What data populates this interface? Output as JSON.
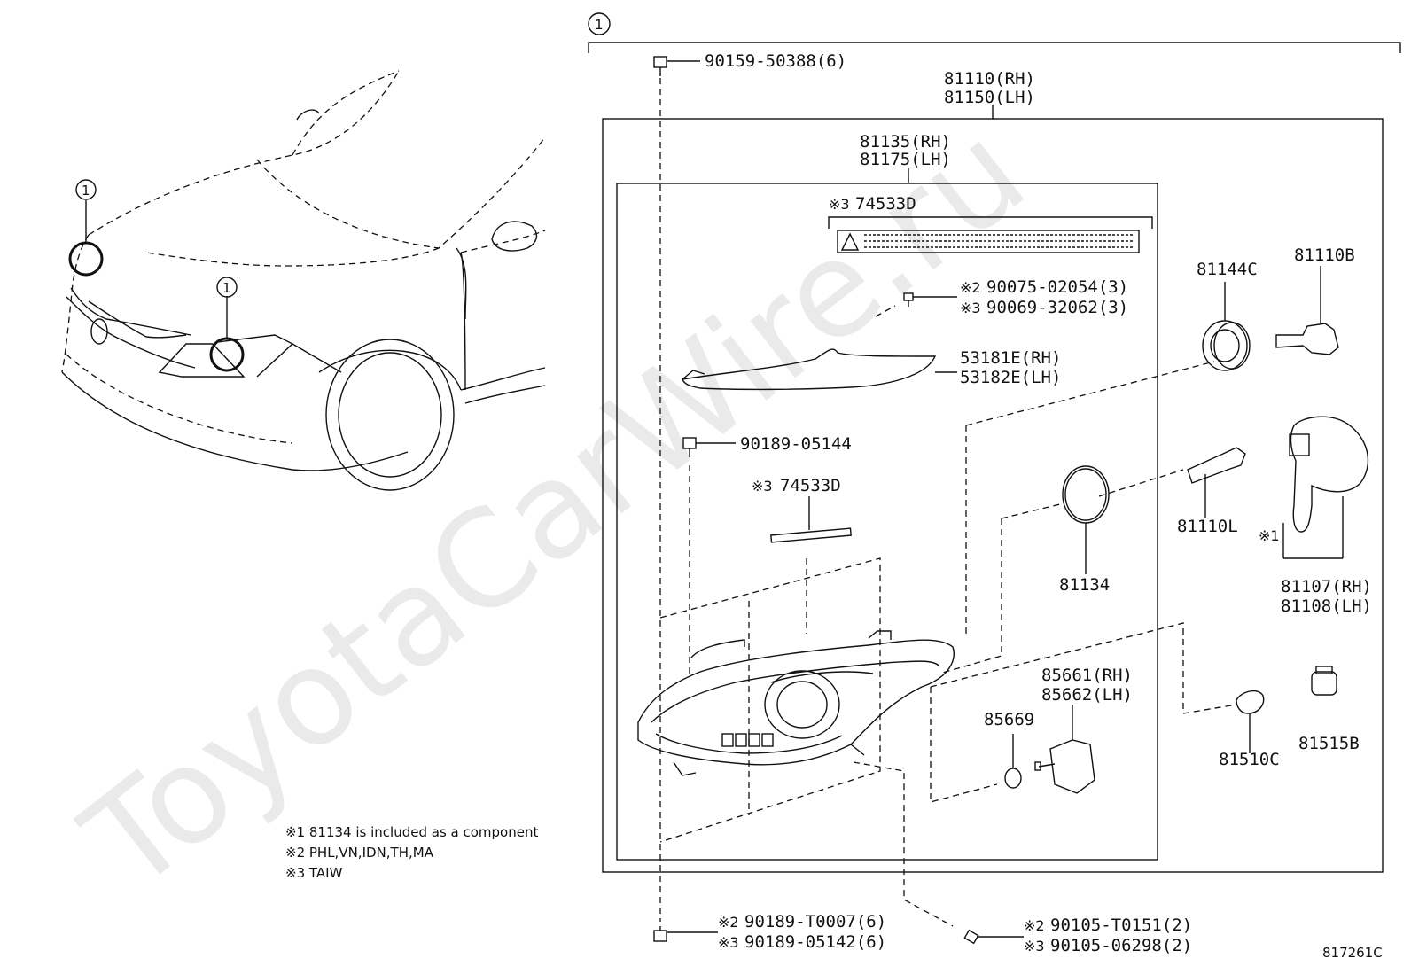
{
  "watermark": "ToyotaCarWire.ru",
  "ref_marker": "1",
  "diagram_code": "817261C",
  "notes": [
    "※1 81134 is included as a component",
    "※2 PHL,VN,IDN,TH,MA",
    "※3 TAIW"
  ],
  "parts": {
    "p90159": "90159-50388(6)",
    "p81110_rh": "81110(RH)",
    "p81150_lh": "81150(LH)",
    "p81135_rh": "81135(RH)",
    "p81175_lh": "81175(LH)",
    "p74533d_top_mark": "※3",
    "p74533d_top": "74533D",
    "p90075_mark": "※2",
    "p90075": "90075-02054(3)",
    "p90069_mark": "※3",
    "p90069": "90069-32062(3)",
    "p53181e": "53181E(RH)",
    "p53182e": "53182E(LH)",
    "p90189_05144": "90189-05144",
    "p74533d_mid_mark": "※3",
    "p74533d_mid": "74533D",
    "p81144c": "81144C",
    "p81110b": "81110B",
    "p81110l": "81110L",
    "p81134": "81134",
    "p81107_mark": "※1",
    "p81107_rh": "81107(RH)",
    "p81108_lh": "81108(LH)",
    "p85661_rh": "85661(RH)",
    "p85662_lh": "85662(LH)",
    "p85669": "85669",
    "p81510c": "81510C",
    "p81515b": "81515B",
    "p90189_t0007_mark": "※2",
    "p90189_t0007": "90189-T0007(6)",
    "p90189_05142_mark": "※3",
    "p90189_05142": "90189-05142(6)",
    "p90105_t0151_mark": "※2",
    "p90105_t0151": "90105-T0151(2)",
    "p90105_06298_mark": "※3",
    "p90105_06298": "90105-06298(2)"
  }
}
